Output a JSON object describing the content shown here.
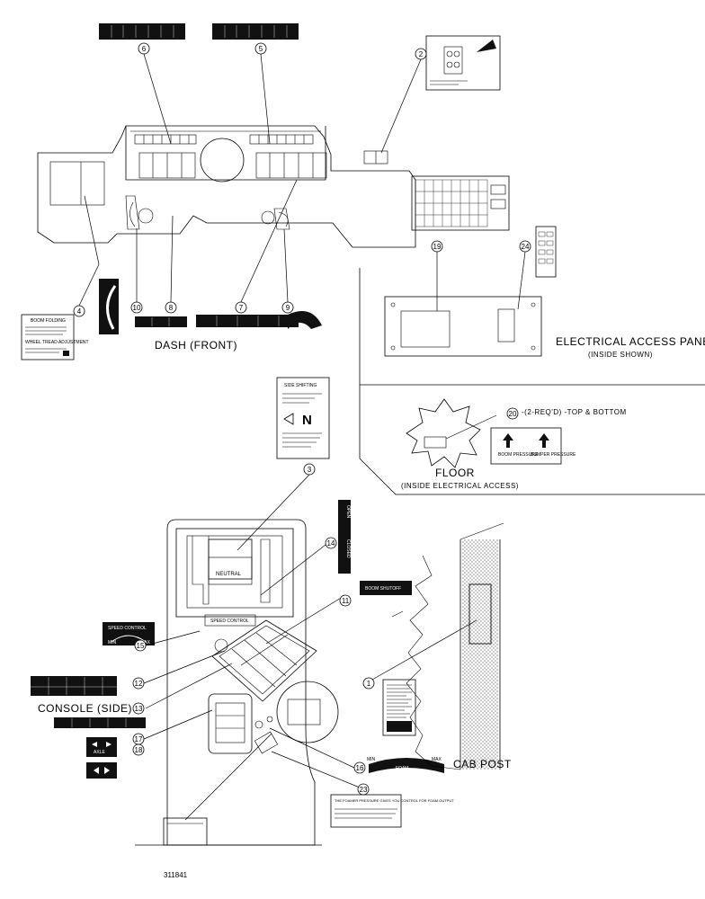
{
  "labels": {
    "dash_front": "DASH (FRONT)",
    "electrical_access_panel": "ELECTRICAL ACCESS PANEL",
    "inside_shown": "(INSIDE SHOWN)",
    "floor": "FLOOR",
    "inside_electrical_access": "(INSIDE ELECTRICAL ACCESS)",
    "console_side": "CONSOLE (SIDE)",
    "cab_post": "CAB POST",
    "drawing_number": "311841",
    "floor_note": "-(2-REQ'D) -TOP & BOTTOM"
  },
  "callouts": [
    "1",
    "2",
    "3",
    "4",
    "5",
    "6",
    "7",
    "8",
    "9",
    "10",
    "11",
    "12",
    "13",
    "14",
    "15",
    "16",
    "17",
    "18",
    "19",
    "20",
    "23",
    "24"
  ],
  "decals": {
    "neutral": "NEUTRAL",
    "side_shifting_title": "SIDE SHIFTING",
    "side_shifting_n": "N",
    "open": "OPEN",
    "closed": "CLOSED",
    "boom_shutoff": "BOOM SHUTOFF",
    "speed_control": "SPEED CONTROL",
    "min": "MIN",
    "max": "MAX",
    "foam": "FOAM",
    "axle": "AXLE",
    "boom_pressure": "BOOM PRESSURE",
    "bumper_pressure": "BUMPER PRESSURE",
    "foamer_note": "THE FOAMER PRESSURE GIVES YOU CONTROL FOR FOAM OUTPUT",
    "boom_folding": "BOOM FOLDING",
    "wheel_tread": "WHEEL TREAD ADJUSTMENT"
  }
}
